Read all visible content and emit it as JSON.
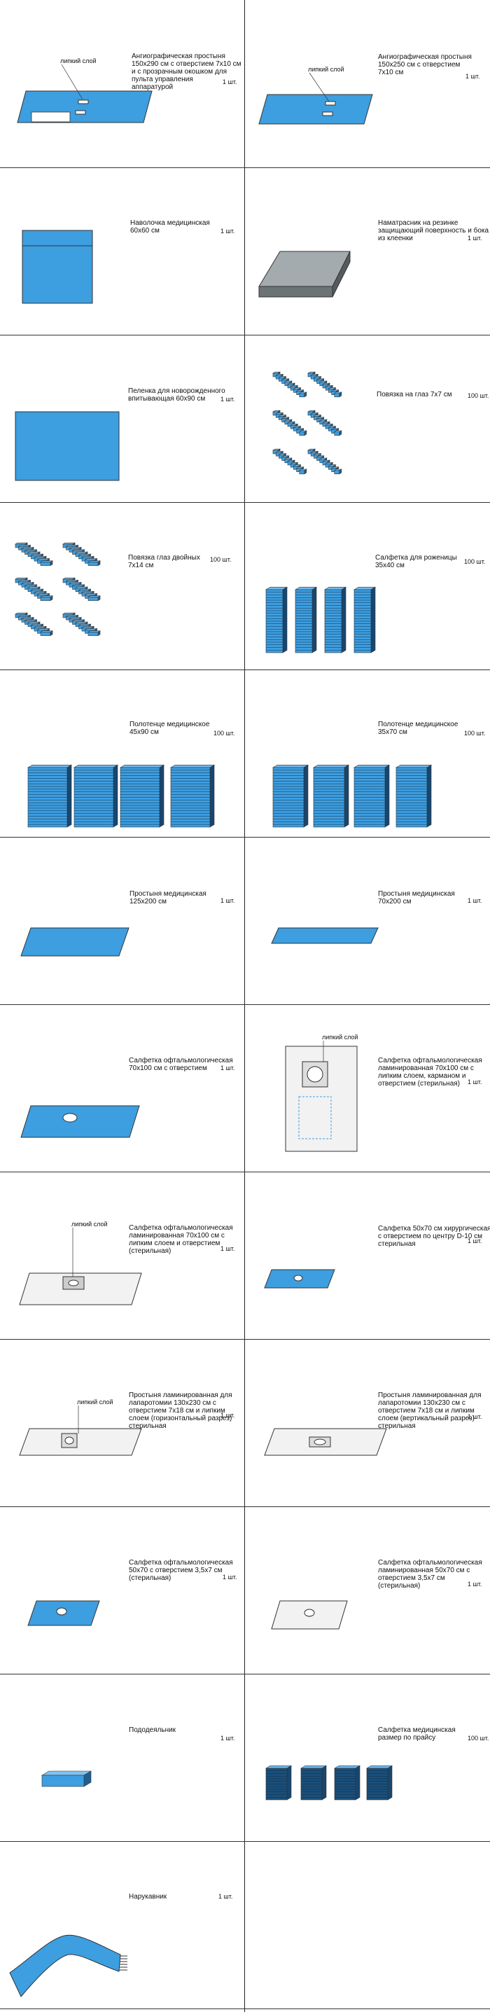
{
  "colors": {
    "blue": "#3d9ee0",
    "blue_dark": "#1f5f8f",
    "gray": "#8e9699",
    "paper": "#f2f2f2",
    "outline": "#333333"
  },
  "products": [
    {
      "title": "Ангиографическая простыня\n150x290 см с отверстием 7x10 см\nи с прозрачным окошком для\nпульта управления\nаппаратурой",
      "qty": "1 шт.",
      "callout": "липкий слой",
      "icon": "angio-sheet-window-icon"
    },
    {
      "title": "Ангиографическая простыня\n150x250 см с отверстием\n7x10 см",
      "qty": "1 шт.",
      "callout": "липкий слой",
      "icon": "angio-sheet-icon"
    },
    {
      "title": "Наволочка медицинская\n60x60 см",
      "qty": "1 шт.",
      "icon": "pillowcase-icon"
    },
    {
      "title": "Наматрасник на резинке\nзащищающий поверхность и бока\nиз клеенки",
      "qty": "1 шт.",
      "icon": "mattress-cover-icon"
    },
    {
      "title": "Пеленка для новорожденного\nвпитывающая 60x90 см",
      "qty": "1 шт.",
      "icon": "diaper-icon"
    },
    {
      "title": "Повязка на глаз 7x7 см",
      "qty": "100 шт.",
      "icon": "eye-patch-stack-icon"
    },
    {
      "title": "Повязка глаз двойных\n7x14 см",
      "qty": "100 шт.",
      "icon": "double-eye-patch-stack-icon"
    },
    {
      "title": "Салфетка для роженицы\n35x40 см",
      "qty": "100 шт.",
      "icon": "napkin-stack-icon"
    },
    {
      "title": "Полотенце медицинское\n45x90 см",
      "qty": "100 шт.",
      "icon": "towel-stack-icon"
    },
    {
      "title": "Полотенце медицинское\n35x70 см",
      "qty": "100 шт.",
      "icon": "towel-stack-icon"
    },
    {
      "title": "Простыня медицинская\n125x200 см",
      "qty": "1 шт.",
      "icon": "sheet-icon"
    },
    {
      "title": "Простыня медицинская\n70x200 см",
      "qty": "1 шт.",
      "icon": "sheet-icon"
    },
    {
      "title": "Салфетка офтальмологическая\n70x100 см с отверстием",
      "qty": "1 шт.",
      "icon": "ophthalmic-drape-hole-icon"
    },
    {
      "title": "Салфетка офтальмологическая\nламинированная 70x100 см с\nлипким слоем, карманом и\nотверстием (стерильная)",
      "qty": "1 шт.",
      "callout": "липкий слой",
      "icon": "ophthalmic-drape-pocket-icon"
    },
    {
      "title": "Салфетка офтальмологическая\nламинированная 70x100 см с\nлипким слоем и отверстием\n(стерильная)",
      "qty": "1 шт.",
      "callout": "липкий слой",
      "icon": "ophthalmic-drape-adhesive-icon"
    },
    {
      "title": "Салфетка 50x70 см хирургическая\nс отверстием по центру D-10 см\nстерильная",
      "qty": "1 шт.",
      "icon": "surgical-napkin-hole-icon"
    },
    {
      "title": "Простыня ламинированная для\nлапаротомии 130x230 см с\nотверстием 7x18 см и липким\nслоем (горизонтальный разрез)\nстерильная",
      "qty": "1 шт.",
      "callout": "липкий слой",
      "icon": "laparotomy-sheet-horizontal-icon"
    },
    {
      "title": "Простыня ламинированная для\nлапаротомии 130x230 см с\nотверстием 7x18 см и липким\nслоем (вертикальный разрез)\nстерильная",
      "qty": "1 шт.",
      "icon": "laparotomy-sheet-vertical-icon"
    },
    {
      "title": "Салфетка офтальмологическая\n50x70 с отверстием 3,5x7 см\n(стерильная)",
      "qty": "1 шт.",
      "icon": "ophthalmic-napkin-blue-icon"
    },
    {
      "title": "Салфетка офтальмологическая\nламинированная 50x70 см с\nотверстием 3,5x7 см\n(стерильная)",
      "qty": "1 шт.",
      "icon": "ophthalmic-napkin-laminated-icon"
    },
    {
      "title": "Пододеяльник",
      "qty": "1 шт.",
      "icon": "duvet-cover-icon"
    },
    {
      "title": "Салфетка медицинская\nразмер по прайсу",
      "qty": "100 шт.",
      "icon": "napkin-stack-dark-icon"
    },
    {
      "title": "Нарукавник",
      "qty": "1 шт.",
      "icon": "sleeve-icon"
    }
  ]
}
